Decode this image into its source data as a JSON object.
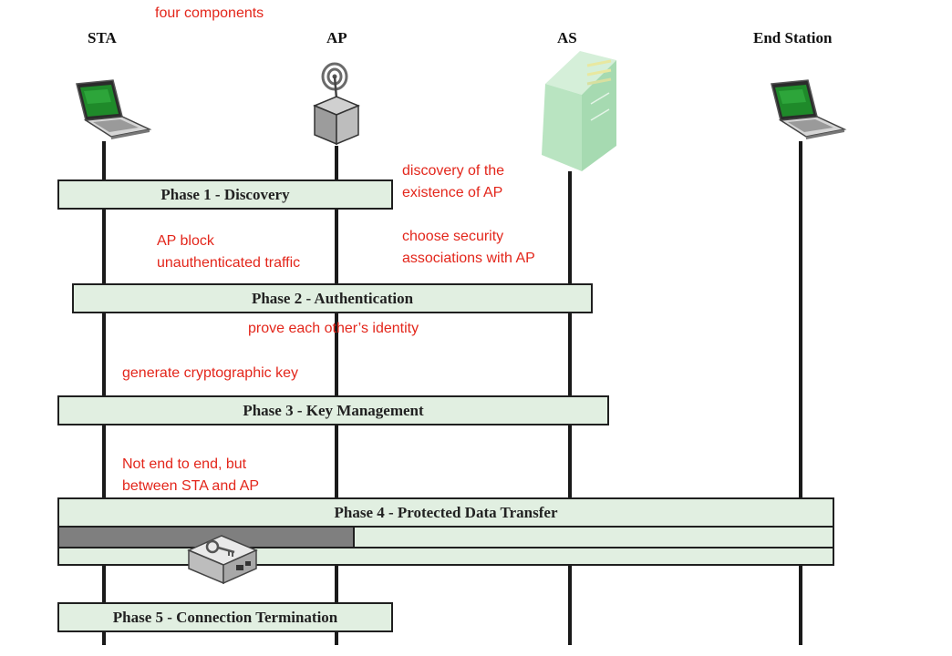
{
  "annotations": {
    "top": "four components",
    "discovery": [
      "discovery of the",
      "existence of AP"
    ],
    "ap_block": [
      "AP block",
      "unauthenticated traffic"
    ],
    "security": [
      "choose security",
      "associations with AP"
    ],
    "identity": "prove each other’s identity",
    "crypto": "generate cryptographic key",
    "not_end": [
      "Not end to end, but",
      "between STA and AP"
    ]
  },
  "components": {
    "sta": "STA",
    "ap": "AP",
    "as": "AS",
    "end_station": "End Station"
  },
  "phases": {
    "p1": "Phase 1 - Discovery",
    "p2": "Phase 2 - Authentication",
    "p3": "Phase 3 - Key Management",
    "p4": "Phase 4 - Protected Data Transfer",
    "p5": "Phase 5 - Connection Termination"
  },
  "icons": {
    "sta": "laptop-icon",
    "ap": "access-point-icon",
    "as": "server-icon",
    "end_station": "laptop-icon",
    "key": "key-lock-icon"
  },
  "colors": {
    "annotation": "#e3261b",
    "phase_fill": "#e1efe1",
    "tunnel_fill": "#7f7f7f"
  }
}
